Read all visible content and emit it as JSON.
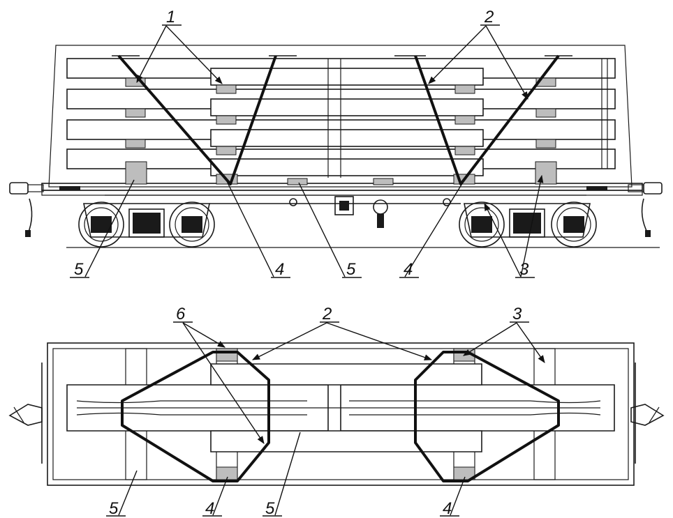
{
  "callouts": {
    "side_view": {
      "c1": "1",
      "c2": "2",
      "c3": "3",
      "c4a": "4",
      "c4b": "4",
      "c5a": "5",
      "c5b": "5"
    },
    "top_view": {
      "c2": "2",
      "c3": "3",
      "c4a": "4",
      "c4b": "4",
      "c5a": "5",
      "c5b": "5",
      "c6": "6"
    }
  },
  "colors": {
    "line": "#1a1a1a",
    "wedge_block": "#bdbdbd",
    "background": "#ffffff"
  }
}
